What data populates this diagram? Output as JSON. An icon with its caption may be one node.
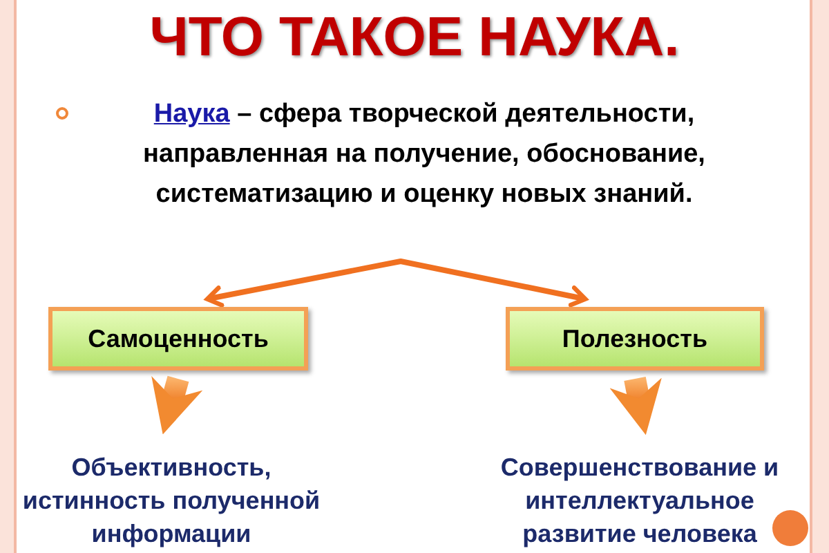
{
  "diagram": {
    "title": "ЧТО ТАКОЕ НАУКА.",
    "nodes": [
      {
        "text": [
          "Самоценность"
        ]
      },
      {
        "text": [
          "Полезность"
        ]
      },
      {
        "text": [
          "Объективность, истинность полученной информации"
        ]
      },
      {
        "text": [
          "Совершенствование и интеллектуальное развитие человека"
        ]
      }
    ],
    "edges": [
      {
        "from": 0,
        "to": 1,
        "arrow": "both"
      },
      {
        "from": 0,
        "to": 2,
        "arrow": "to",
        "style": "thick"
      },
      {
        "from": 1,
        "to": 3,
        "arrow": "to",
        "style": "thick"
      }
    ],
    "labels": [
      "Наука",
      "– сфера творческой деятельности, направленная на получение, обоснование, систематизацию и оценку новых знаний."
    ]
  }
}
